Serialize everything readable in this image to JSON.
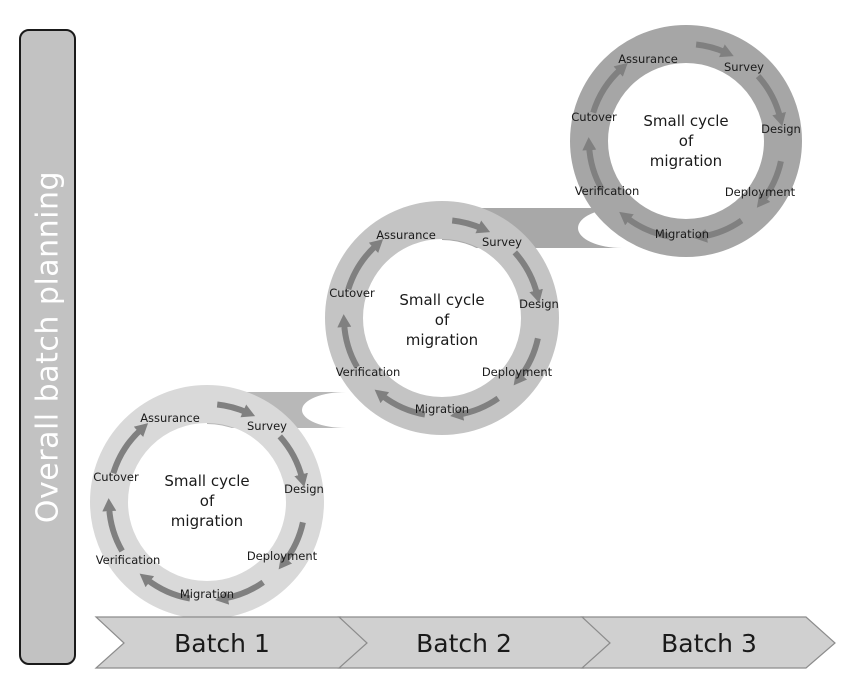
{
  "side_label": "Overall batch planning",
  "batches": [
    {
      "label": "Batch 1",
      "center_lines": [
        "Small cycle",
        "of",
        "migration"
      ],
      "steps": [
        "Assurance",
        "Survey",
        "Design",
        "Deployment",
        "Migration",
        "Verification",
        "Cutover"
      ]
    },
    {
      "label": "Batch 2",
      "center_lines": [
        "Small cycle",
        "of",
        "migration"
      ],
      "steps": [
        "Assurance",
        "Survey",
        "Design",
        "Deployment",
        "Migration",
        "Verification",
        "Cutover"
      ]
    },
    {
      "label": "Batch 3",
      "center_lines": [
        "Small cycle",
        "of",
        "migration"
      ],
      "steps": [
        "Assurance",
        "Survey",
        "Design",
        "Deployment",
        "Migration",
        "Verification",
        "Cutover"
      ]
    }
  ],
  "colors": {
    "ring_batch1": "#d9d9d9",
    "ring_batch2": "#c4c4c4",
    "ring_batch3": "#a6a6a6",
    "connector": "#b8b8b8",
    "arrow": "#808080",
    "chevron_fill": "#d0d0d0",
    "chevron_stroke": "#8c8c8c"
  }
}
